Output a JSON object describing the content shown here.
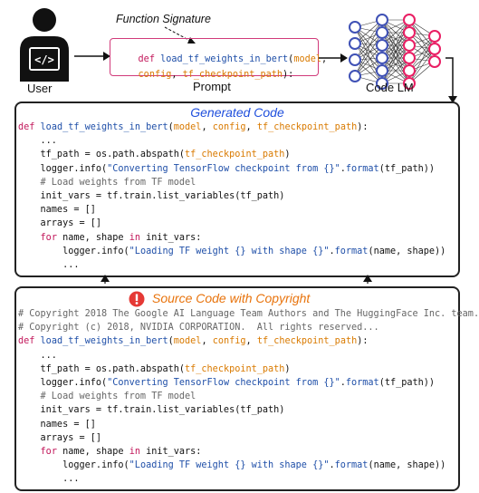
{
  "user": {
    "label": "User",
    "icon": "user-coder-icon"
  },
  "signature": {
    "caption": "Function Signature",
    "line1": {
      "kw": "def",
      "fn": "load_tf_weights_in_bert",
      "open": "(",
      "p1": "model",
      "sep": ","
    },
    "line2": {
      "p2": "config",
      "sep": ", ",
      "p3": "tf_checkpoint_path",
      "close": "):"
    }
  },
  "prompt": {
    "label": "Prompt"
  },
  "model": {
    "label": "Code LM",
    "icon": "neural-network-icon"
  },
  "generated": {
    "title": "Generated Code",
    "lines": [
      [
        {
          "t": "def ",
          "c": "kw"
        },
        {
          "t": "load_tf_weights_in_bert",
          "c": "fn"
        },
        {
          "t": "("
        },
        {
          "t": "model",
          "c": "pm"
        },
        {
          "t": ", "
        },
        {
          "t": "config",
          "c": "pm"
        },
        {
          "t": ", "
        },
        {
          "t": "tf_checkpoint_path",
          "c": "pm"
        },
        {
          "t": "):"
        }
      ],
      [
        {
          "t": "    ..."
        }
      ],
      [
        {
          "t": "    tf_path = os.path.abspath("
        },
        {
          "t": "tf_checkpoint_path",
          "c": "pm"
        },
        {
          "t": ")"
        }
      ],
      [
        {
          "t": "    logger.info("
        },
        {
          "t": "\"Converting TensorFlow checkpoint from {}\"",
          "c": "str"
        },
        {
          "t": "."
        },
        {
          "t": "format",
          "c": "fn"
        },
        {
          "t": "(tf_path))"
        }
      ],
      [
        {
          "t": "    # Load weights from TF model",
          "c": "cm"
        }
      ],
      [
        {
          "t": "    init_vars = tf.train.list_variables(tf_path)"
        }
      ],
      [
        {
          "t": "    names = []"
        }
      ],
      [
        {
          "t": "    arrays = []"
        }
      ],
      [
        {
          "t": "    "
        },
        {
          "t": "for",
          "c": "kw"
        },
        {
          "t": " name, shape "
        },
        {
          "t": "in",
          "c": "kw"
        },
        {
          "t": " init_vars:"
        }
      ],
      [
        {
          "t": "        logger.info("
        },
        {
          "t": "\"Loading TF weight {} with shape {}\"",
          "c": "str"
        },
        {
          "t": "."
        },
        {
          "t": "format",
          "c": "fn"
        },
        {
          "t": "(name, shape))"
        }
      ],
      [
        {
          "t": "        ..."
        }
      ]
    ]
  },
  "source": {
    "title": "Source Code with Copyright",
    "lines": [
      [
        {
          "t": "# Copyright 2018 The Google AI Language Team Authors and The HuggingFace Inc. team.",
          "c": "cm"
        }
      ],
      [
        {
          "t": "# Copyright (c) 2018, NVIDIA CORPORATION.  All rights reserved...",
          "c": "cm"
        }
      ],
      [
        {
          "t": "def ",
          "c": "kw"
        },
        {
          "t": "load_tf_weights_in_bert",
          "c": "fn"
        },
        {
          "t": "("
        },
        {
          "t": "model",
          "c": "pm"
        },
        {
          "t": ", "
        },
        {
          "t": "config",
          "c": "pm"
        },
        {
          "t": ", "
        },
        {
          "t": "tf_checkpoint_path",
          "c": "pm"
        },
        {
          "t": "):"
        }
      ],
      [
        {
          "t": "    ..."
        }
      ],
      [
        {
          "t": "    tf_path = os.path.abspath("
        },
        {
          "t": "tf_checkpoint_path",
          "c": "pm"
        },
        {
          "t": ")"
        }
      ],
      [
        {
          "t": "    logger.info("
        },
        {
          "t": "\"Converting TensorFlow checkpoint from {}\"",
          "c": "str"
        },
        {
          "t": "."
        },
        {
          "t": "format",
          "c": "fn"
        },
        {
          "t": "(tf_path))"
        }
      ],
      [
        {
          "t": "    # Load weights from TF model",
          "c": "cm"
        }
      ],
      [
        {
          "t": "    init_vars = tf.train.list_variables(tf_path)"
        }
      ],
      [
        {
          "t": "    names = []"
        }
      ],
      [
        {
          "t": "    arrays = []"
        }
      ],
      [
        {
          "t": "    "
        },
        {
          "t": "for",
          "c": "kw"
        },
        {
          "t": " name, shape "
        },
        {
          "t": "in",
          "c": "kw"
        },
        {
          "t": " init_vars:"
        }
      ],
      [
        {
          "t": "        logger.info("
        },
        {
          "t": "\"Loading TF weight {} with shape {}\"",
          "c": "str"
        },
        {
          "t": "."
        },
        {
          "t": "format",
          "c": "fn"
        },
        {
          "t": "(name, shape))"
        }
      ],
      [
        {
          "t": "        ..."
        }
      ]
    ]
  },
  "colors": {
    "keyword": "#c2185b",
    "function": "#1f4fa8",
    "param": "#d97a00",
    "comment": "#666666",
    "title": "#1f4fdd",
    "warning": "#e53935",
    "copyright_title": "#e8730c",
    "signature_border": "#d13a7a",
    "node_blue": "#3f51b5",
    "node_pink": "#e91e63"
  }
}
